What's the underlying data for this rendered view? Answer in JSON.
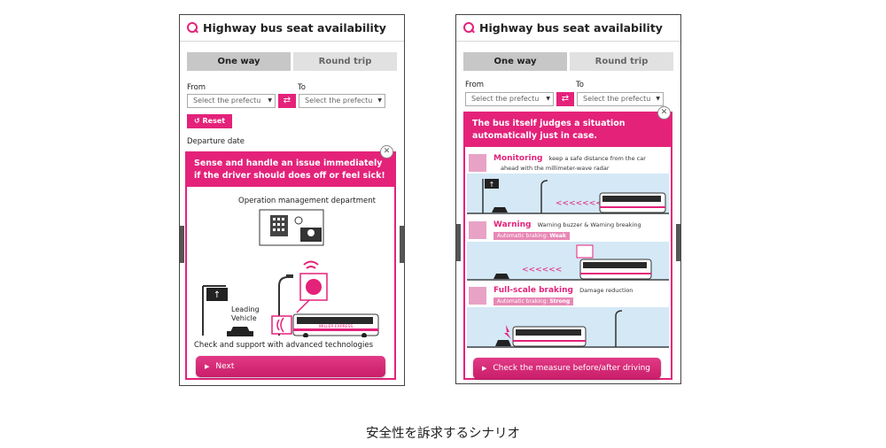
{
  "app": {
    "title": "Highway bus seat availability",
    "tabs": [
      "One way",
      "Round trip"
    ],
    "from_label": "From",
    "to_label": "To",
    "select_placeholder": "Select the prefectu",
    "swap_icon": "swap-arrows-icon",
    "reset_label": "Reset",
    "departure_label": "Departure date",
    "accent_color": "#e4227a"
  },
  "left_popup": {
    "heading": "Sense and handle an issue immediately if the driver should does off or feel sick!",
    "ops_label": "Operation management department",
    "leading_vehicle": "Leading Vehicle",
    "bus_brand": "WILLER EXPRESS",
    "caption": "Check and support with advanced technologies",
    "button": "Next"
  },
  "right_popup": {
    "heading": "The bus itself judges a situation automatically just in case.",
    "sections": [
      {
        "title": "Monitoring",
        "desc": "keep a safe distance from the car",
        "desc2": "ahead with the millimeter-wave radar"
      },
      {
        "title": "Warning",
        "desc": "Warning buzzer & Warning breaking",
        "badge_label": "Automatic braking:",
        "badge_value": "Weak"
      },
      {
        "title": "Full-scale braking",
        "desc": "Damage reduction",
        "badge_label": "Automatic braking:",
        "badge_value": "Strong"
      }
    ],
    "button": "Check the measure before/after driving"
  },
  "page_caption": "安全性を訴求するシナリオ"
}
